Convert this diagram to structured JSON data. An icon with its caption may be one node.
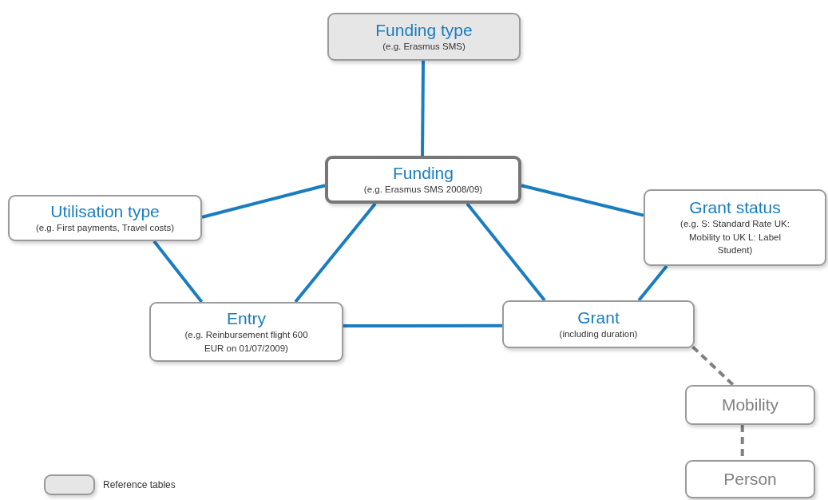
{
  "diagram": {
    "nodes": [
      {
        "text": [
          "Funding type",
          "(e.g. Erasmus SMS)"
        ]
      },
      {
        "text": [
          "Funding",
          "(e.g. Erasmus SMS 2008/09)"
        ]
      },
      {
        "text": [
          "Utilisation type",
          "(e.g. First payments, Travel costs)"
        ]
      },
      {
        "text": [
          "Grant status",
          "(e.g. S: Standard Rate UK: Mobility to UK L: Label Student)"
        ]
      },
      {
        "text": [
          "Entry",
          "(e.g. Reinbursement flight 600 EUR on 01/07/2009)"
        ]
      },
      {
        "text": [
          "Grant",
          "(including duration)"
        ]
      },
      {
        "text": [
          "Mobility"
        ]
      },
      {
        "text": [
          "Person"
        ]
      }
    ],
    "edges": [
      {
        "from": 0,
        "to": 1,
        "arrow": "none"
      },
      {
        "from": 1,
        "to": 2,
        "arrow": "none"
      },
      {
        "from": 1,
        "to": 3,
        "arrow": "none"
      },
      {
        "from": 1,
        "to": 4,
        "arrow": "none"
      },
      {
        "from": 1,
        "to": 5,
        "arrow": "none"
      },
      {
        "from": 2,
        "to": 4,
        "arrow": "none"
      },
      {
        "from": 3,
        "to": 5,
        "arrow": "none"
      },
      {
        "from": 4,
        "to": 5,
        "arrow": "none"
      },
      {
        "from": 5,
        "to": 6,
        "arrow": "none",
        "style": "dashed",
        "color": "#808080"
      },
      {
        "from": 6,
        "to": 7,
        "arrow": "none",
        "style": "dashed",
        "color": "#808080"
      }
    ],
    "legend": [
      {
        "text": "Reference tables",
        "color": "#e6e6e6"
      }
    ]
  }
}
